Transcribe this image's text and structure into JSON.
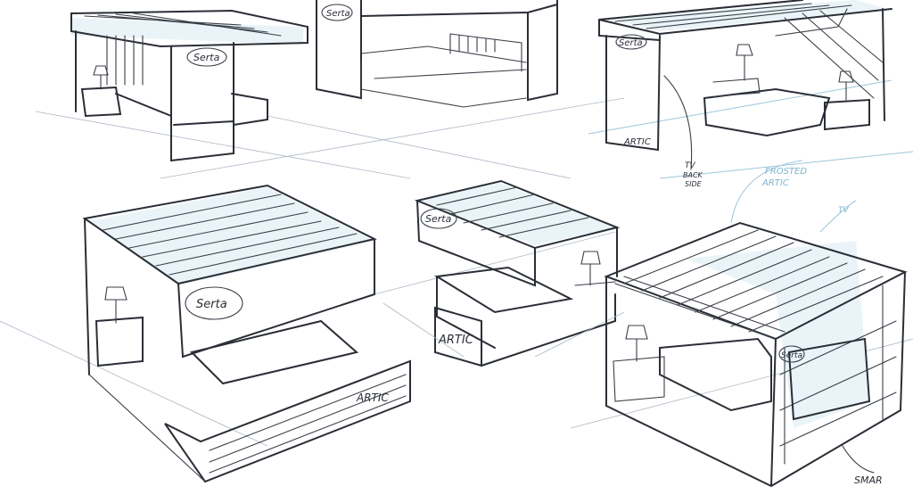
{
  "labels": {
    "logo_1": "Serta",
    "logo_2": "Serta",
    "logo_3": "Serta",
    "logo_4": "Serta",
    "logo_5": "Serta",
    "logo_6": "Serta",
    "artic_1": "ARTIC",
    "artic_2": "ARTIC",
    "artic_3": "ARTIC",
    "tv_note_1": "TV",
    "tv_note_2": "BACK",
    "tv_note_3": "SIDE",
    "frosted_1": "FROSTED",
    "frosted_2": "ARTIC",
    "tv_blue": "TV",
    "smar": "SMAR"
  },
  "colors": {
    "ink": "#2a2e36",
    "blue": "#9fc6dc",
    "glass": "#eaf4f8"
  }
}
